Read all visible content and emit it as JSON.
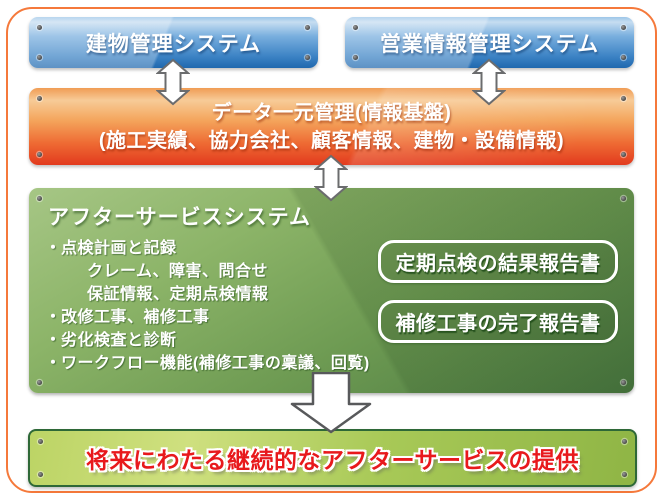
{
  "top_boxes": [
    {
      "label": "建物管理システム"
    },
    {
      "label": "営業情報管理システム"
    }
  ],
  "data_box": {
    "line1": "データ一元管理(情報基盤)",
    "line2": "(施工実績、協力会社、顧客情報、建物・設備情報)"
  },
  "service_box": {
    "title": "アフターサービスシステム",
    "bullet_char": "・",
    "bullets": [
      "点検計画と記録",
      "クレーム、障害、問合せ",
      "保証情報、定期点検情報",
      "改修工事、補修工事",
      "劣化検査と診断",
      "ワークフロー機能(補修工事の稟議、回覧)"
    ],
    "reports": [
      {
        "label": "定期点検の結果報告書"
      },
      {
        "label": "補修工事の完了報告書"
      }
    ]
  },
  "banner": {
    "label": "将来にわたる継続的なアフターサービスの提供"
  },
  "colors": {
    "frame_orange": "#f5793b",
    "box_blue": "#2f7abf",
    "box_orange": "#ec5a2b",
    "box_green": "#6d9a52",
    "banner_green": "#a8c957",
    "banner_border": "#2e6837",
    "banner_text_red": "#e8191c",
    "arrow_fill": "#ffffff",
    "arrow_stroke": "#6b6c6e"
  }
}
